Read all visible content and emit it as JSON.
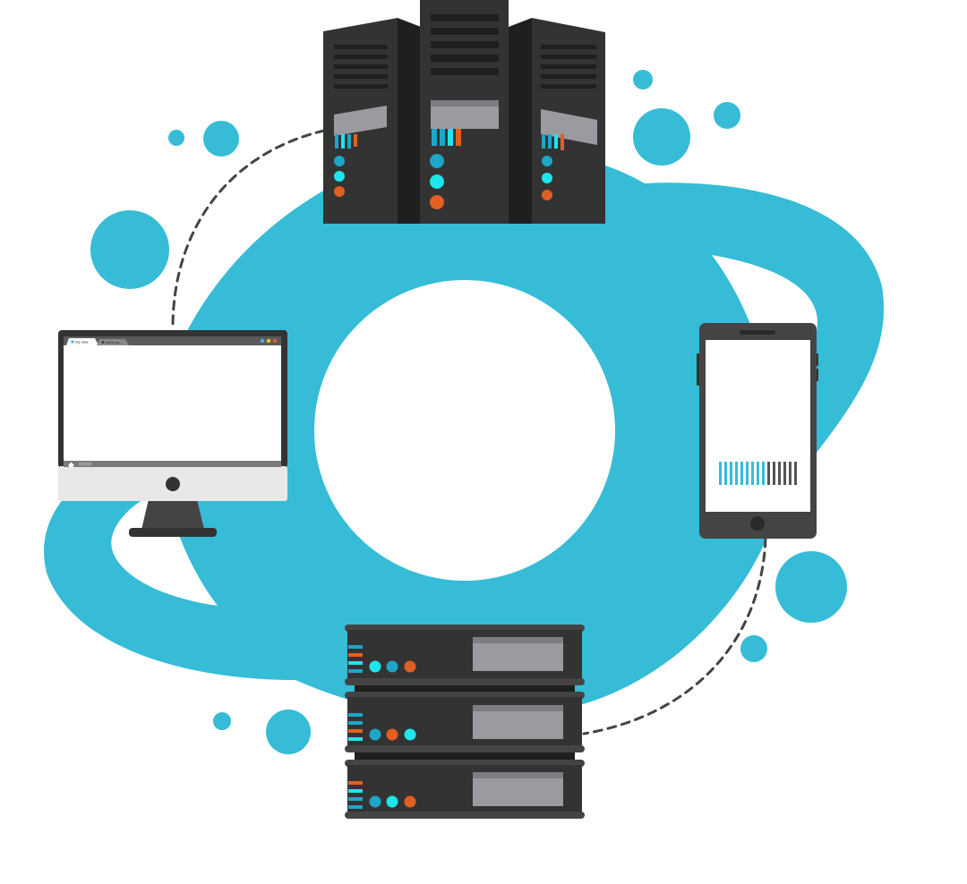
{
  "illustration": {
    "subject": "network-connectivity",
    "devices": [
      {
        "kind": "server-tower-cluster"
      },
      {
        "kind": "desktop-monitor"
      },
      {
        "kind": "smartphone"
      },
      {
        "kind": "rack-server-stack"
      }
    ]
  },
  "colors": {
    "accent": "#36BCD6",
    "server_dark": "#333333",
    "server_darker": "#1f1f1f",
    "panel_gray": "#9B9AA0",
    "led_blue": "#1DA6C9",
    "led_cyan": "#1DE6EC",
    "led_orange": "#E25F22",
    "screen_bg": "#ffffff",
    "monitor_chin": "#E8E8E8",
    "background": "#ffffff"
  },
  "browser": {
    "tab_active": "big data",
    "tab_inactive": "tablet glo..."
  }
}
